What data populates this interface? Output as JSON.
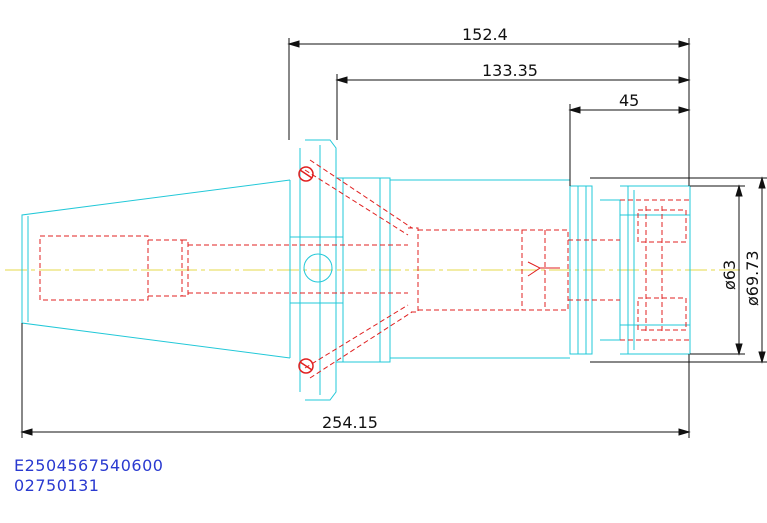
{
  "dimensions": {
    "d1": "152.4",
    "d2": "133.35",
    "d3": "45",
    "d4": "254.15",
    "d5": "ø63",
    "d6": "ø69.73"
  },
  "labels": {
    "line1": "E2504567540600",
    "line2": "02750131"
  },
  "colors": {
    "body": "#22c8d8",
    "hidden": "#e02020",
    "centerline": "#e6d84a",
    "dimension": "#111111",
    "label": "#2a3ad0"
  }
}
